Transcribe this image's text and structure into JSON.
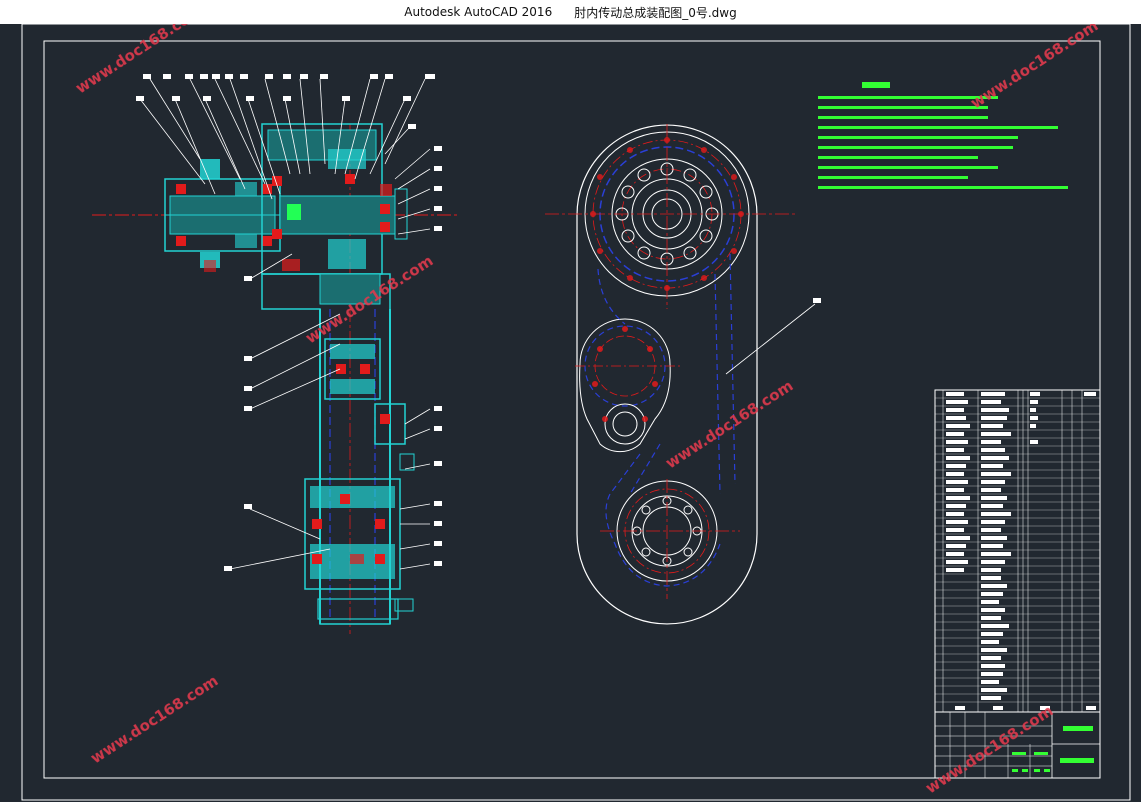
{
  "window": {
    "app_title": "Autodesk AutoCAD 2016",
    "file_name": "肘内传动总成装配图_0号.dwg"
  },
  "watermark": {
    "text": "www.doc168.com"
  },
  "colors": {
    "background": "#212830",
    "cyan_geometry": "#22d3d3",
    "red_centerline": "#e21b1b",
    "blue_hidden": "#2a3fd6",
    "green_text": "#33ff33",
    "white_lines": "#ffffff",
    "watermark": "#e13a4d"
  }
}
